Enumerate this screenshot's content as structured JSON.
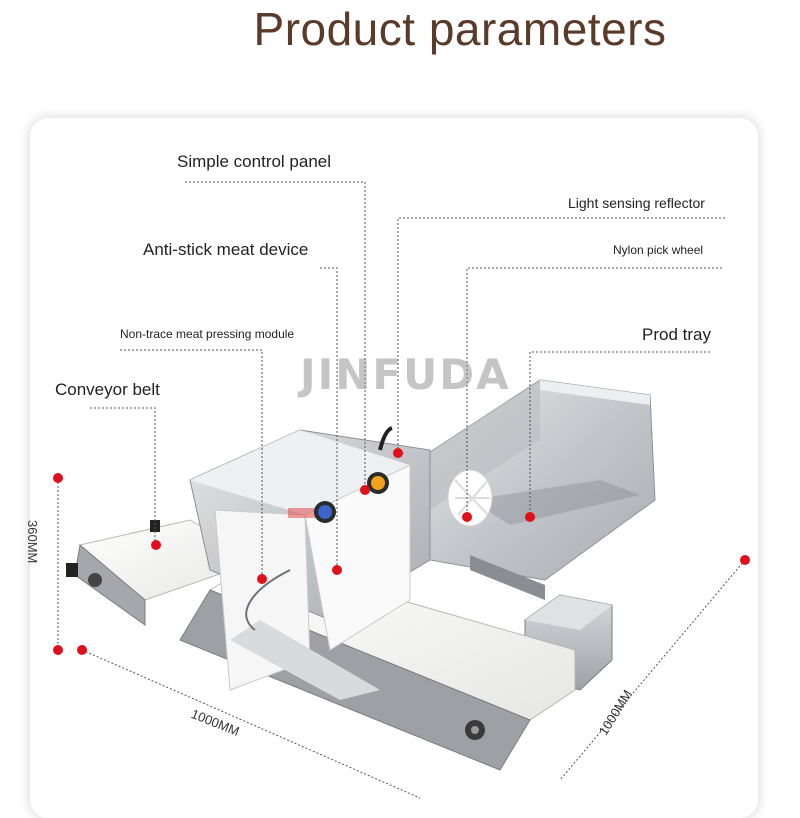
{
  "header": {
    "title": "Product parameters"
  },
  "watermark": "JINFUDA",
  "callouts": {
    "control_panel": "Simple control panel",
    "light_sensor": "Light sensing reflector",
    "anti_stick": "Anti-stick meat device",
    "nylon_wheel": "Nylon pick wheel",
    "pressing_module": "Non-trace meat pressing module",
    "prod_tray": "Prod tray",
    "conveyor": "Conveyor belt"
  },
  "dimensions": {
    "height": "360MM",
    "width": "1000MM",
    "depth": "1000MM"
  },
  "machine_badge": "JINFUDA",
  "colors": {
    "title": "#5a3a28",
    "marker": "#e0101a",
    "steel": "#c8cacd",
    "belt": "#f4f4f2"
  }
}
